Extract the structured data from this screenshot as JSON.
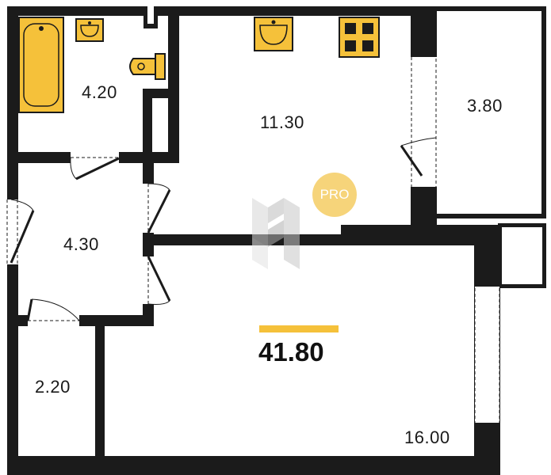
{
  "colors": {
    "wall": "#1b1b1b",
    "fixture": "#f5c13a",
    "fixture_stroke": "#1b1b1b",
    "accent": "#f5c13a",
    "badge": "#f6d47a",
    "logo": "#c9c9c9"
  },
  "rooms": [
    {
      "id": "bathroom",
      "area": "4.20"
    },
    {
      "id": "kitchen",
      "area": "11.30"
    },
    {
      "id": "balcony",
      "area": "3.80"
    },
    {
      "id": "hallway",
      "area": "4.30"
    },
    {
      "id": "storage",
      "area": "2.20"
    },
    {
      "id": "living-room",
      "area": "16.00"
    }
  ],
  "total": {
    "area": "41.80"
  },
  "badge": {
    "text": "PRO"
  },
  "icons": [
    "bathtub-icon",
    "sink-icon",
    "toilet-icon",
    "stove-icon",
    "watermark-logo"
  ]
}
